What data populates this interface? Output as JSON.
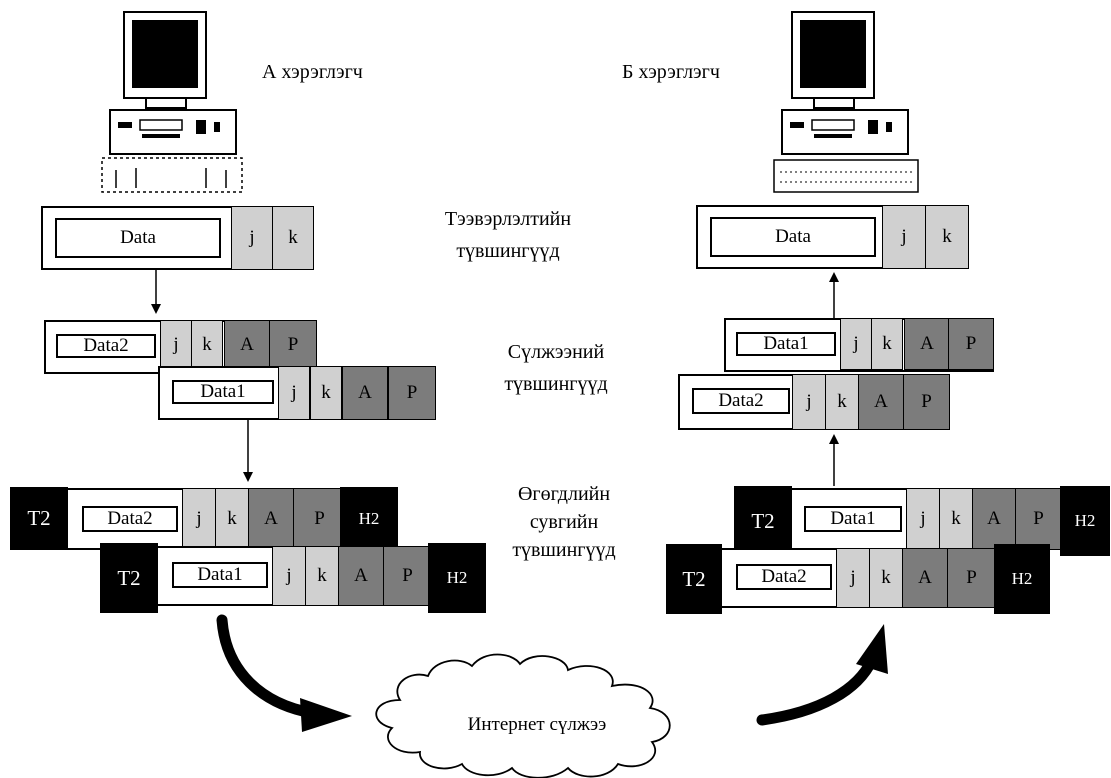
{
  "users": {
    "a": "А хэрэглэгч",
    "b": "Б хэрэглэгч"
  },
  "layers": {
    "application": [
      "Тээвэрлэлтийн",
      "түвшингүүд"
    ],
    "network": [
      "Сүлжээний",
      "түвшингүүд"
    ],
    "datalink": [
      "Өгөгдлийн",
      "сувгийн",
      "түвшингүүд"
    ]
  },
  "network_cloud": "Интернет сүлжээ",
  "packet_fields": {
    "data": "Data",
    "data1": "Data1",
    "data2": "Data2",
    "j": "j",
    "k": "k",
    "a": "A",
    "p": "P",
    "t2": "T2",
    "h2": "H2"
  },
  "colors": {
    "light_field": "#d0d0d0",
    "dark_field": "#7c7c7c",
    "frame_marker": "#000000"
  },
  "icons": [
    "computer-icon",
    "arrow-down-icon",
    "arrow-up-icon",
    "curved-arrow-icon",
    "cloud-icon"
  ]
}
